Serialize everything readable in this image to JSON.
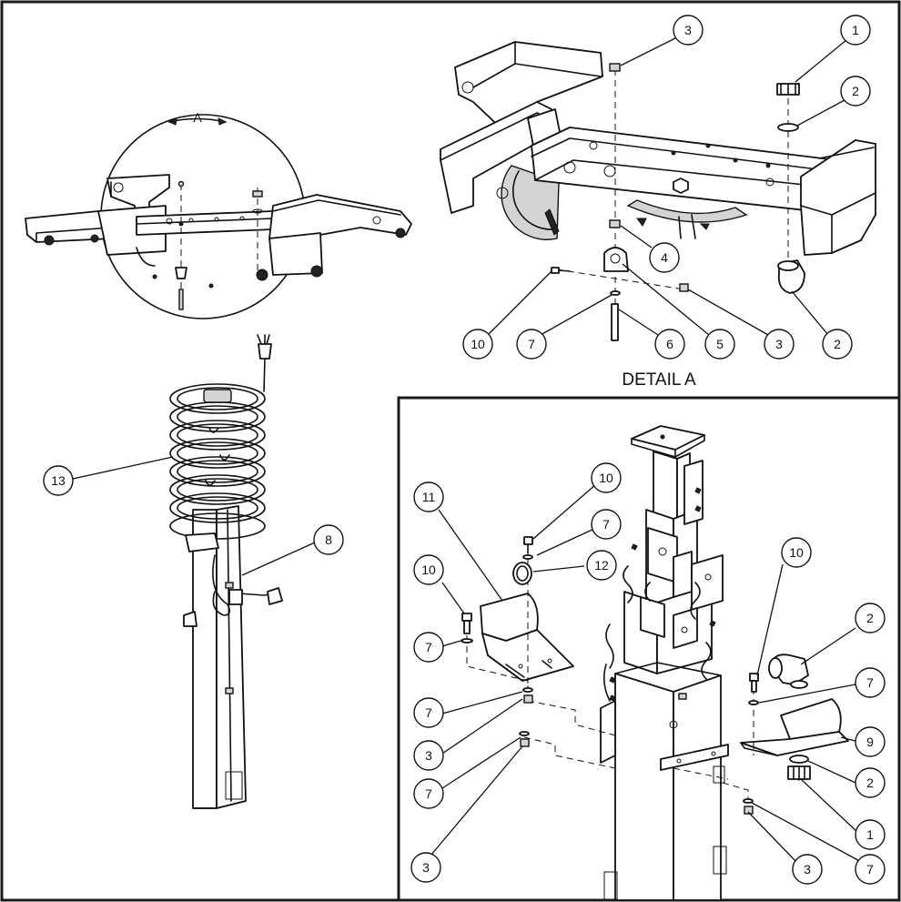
{
  "detail_caption": "DETAIL A",
  "detail_callout_letter": "A",
  "callouts": [
    {
      "id": "c01",
      "label": "1"
    },
    {
      "id": "c02",
      "label": "2"
    },
    {
      "id": "c03",
      "label": "3"
    },
    {
      "id": "c04",
      "label": "4"
    },
    {
      "id": "c05",
      "label": "5"
    },
    {
      "id": "c06",
      "label": "6"
    },
    {
      "id": "c07",
      "label": "7"
    },
    {
      "id": "c08",
      "label": "3"
    },
    {
      "id": "c09",
      "label": "2"
    },
    {
      "id": "c10",
      "label": "10"
    },
    {
      "id": "c11",
      "label": "13"
    },
    {
      "id": "c12",
      "label": "8"
    },
    {
      "id": "c13",
      "label": "11"
    },
    {
      "id": "c14",
      "label": "10"
    },
    {
      "id": "c15",
      "label": "7"
    },
    {
      "id": "c16",
      "label": "12"
    },
    {
      "id": "c17",
      "label": "10"
    },
    {
      "id": "c18",
      "label": "7"
    },
    {
      "id": "c19",
      "label": "10"
    },
    {
      "id": "c20",
      "label": "2"
    },
    {
      "id": "c21",
      "label": "7"
    },
    {
      "id": "c22",
      "label": "9"
    },
    {
      "id": "c23",
      "label": "7"
    },
    {
      "id": "c24",
      "label": "3"
    },
    {
      "id": "c25",
      "label": "2"
    },
    {
      "id": "c26",
      "label": "7"
    },
    {
      "id": "c27",
      "label": "1"
    },
    {
      "id": "c28",
      "label": "3"
    },
    {
      "id": "c29",
      "label": "7"
    },
    {
      "id": "c30",
      "label": "3"
    }
  ]
}
